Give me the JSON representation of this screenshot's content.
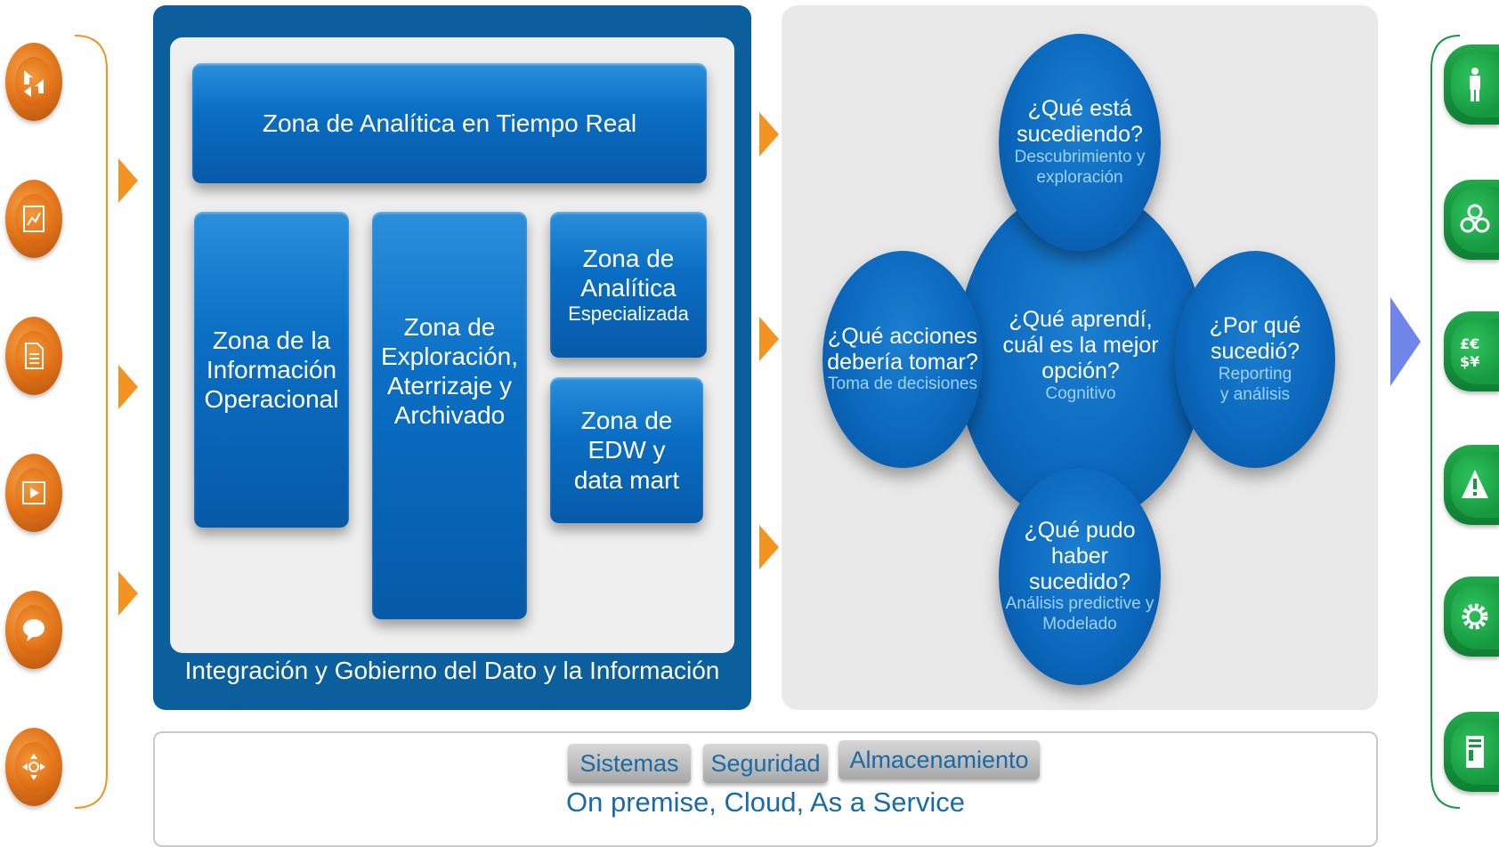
{
  "left_icons": [
    "arrows-converge-icon",
    "document-chart-icon",
    "document-icon",
    "video-icon",
    "chat-bubble-icon",
    "network-icon"
  ],
  "right_icons": [
    "person-icon",
    "molecule-icon",
    "currency-icon",
    "warning-icon",
    "gear-icon",
    "server-icon"
  ],
  "architecture": {
    "realtime_zone": "Zona de Analítica en Tiempo Real",
    "operational_zone": [
      "Zona de la",
      "Información",
      "Operacional"
    ],
    "exploration_zone": [
      "Zona de",
      "Exploración,",
      "Aterrizaje y",
      "Archivado"
    ],
    "specialized_zone": [
      "Zona de",
      "Analítica"
    ],
    "specialized_zone_sub": "Especializada",
    "edw_zone": [
      "Zona de",
      "EDW y",
      "data mart"
    ],
    "governance_label": "Integración y Gobierno del Dato y la Información"
  },
  "analytics": {
    "top": {
      "question": [
        "¿Qué está",
        "sucediendo?"
      ],
      "sub": [
        "Descubrimiento y",
        "exploración"
      ]
    },
    "left": {
      "question": [
        "¿Qué acciones",
        "debería tomar?"
      ],
      "sub": [
        "Toma de decisiones"
      ]
    },
    "center": {
      "question": [
        "¿Qué aprendí,",
        "cuál es la mejor",
        "opción?"
      ],
      "sub": [
        "Cognitivo"
      ]
    },
    "right": {
      "question": [
        "¿Por qué",
        "sucedió?"
      ],
      "sub": [
        "Reporting",
        "y análisis"
      ]
    },
    "bottom": {
      "question": [
        "¿Qué pudo",
        "haber",
        "sucedido?"
      ],
      "sub": [
        "Análisis predictive y",
        "Modelado"
      ]
    }
  },
  "infrastructure": {
    "pills": [
      "Sistemas",
      "Seguridad",
      "Almacenamiento"
    ],
    "deployment": "On premise, Cloud, As a Service"
  },
  "colors": {
    "orange": "#f39322",
    "blue": "#0a5f9c",
    "green": "#16983f",
    "arrow_blue": "#6f86e8"
  }
}
